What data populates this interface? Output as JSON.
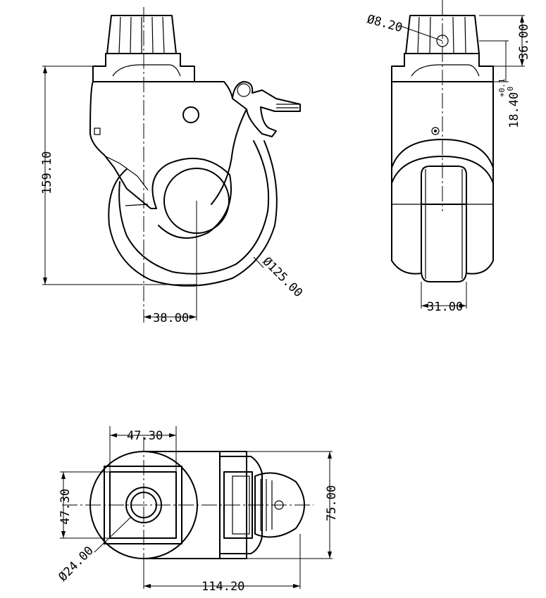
{
  "dimensions": {
    "height": "159.10",
    "wheel_dia": "Ø125.00",
    "offset": "38.00",
    "bolt_hole_dia": "Ø8.20",
    "stem_height": "36.00",
    "plate_thickness": "18.40",
    "plate_tol_upper": "+0.1",
    "plate_tol_lower": "-0",
    "wheel_width": "31.00",
    "plate_width_top": "47.30",
    "plate_width_side": "47.30",
    "overall_width": "75.00",
    "stem_dia": "Ø24.00",
    "overall_length": "114.20"
  }
}
